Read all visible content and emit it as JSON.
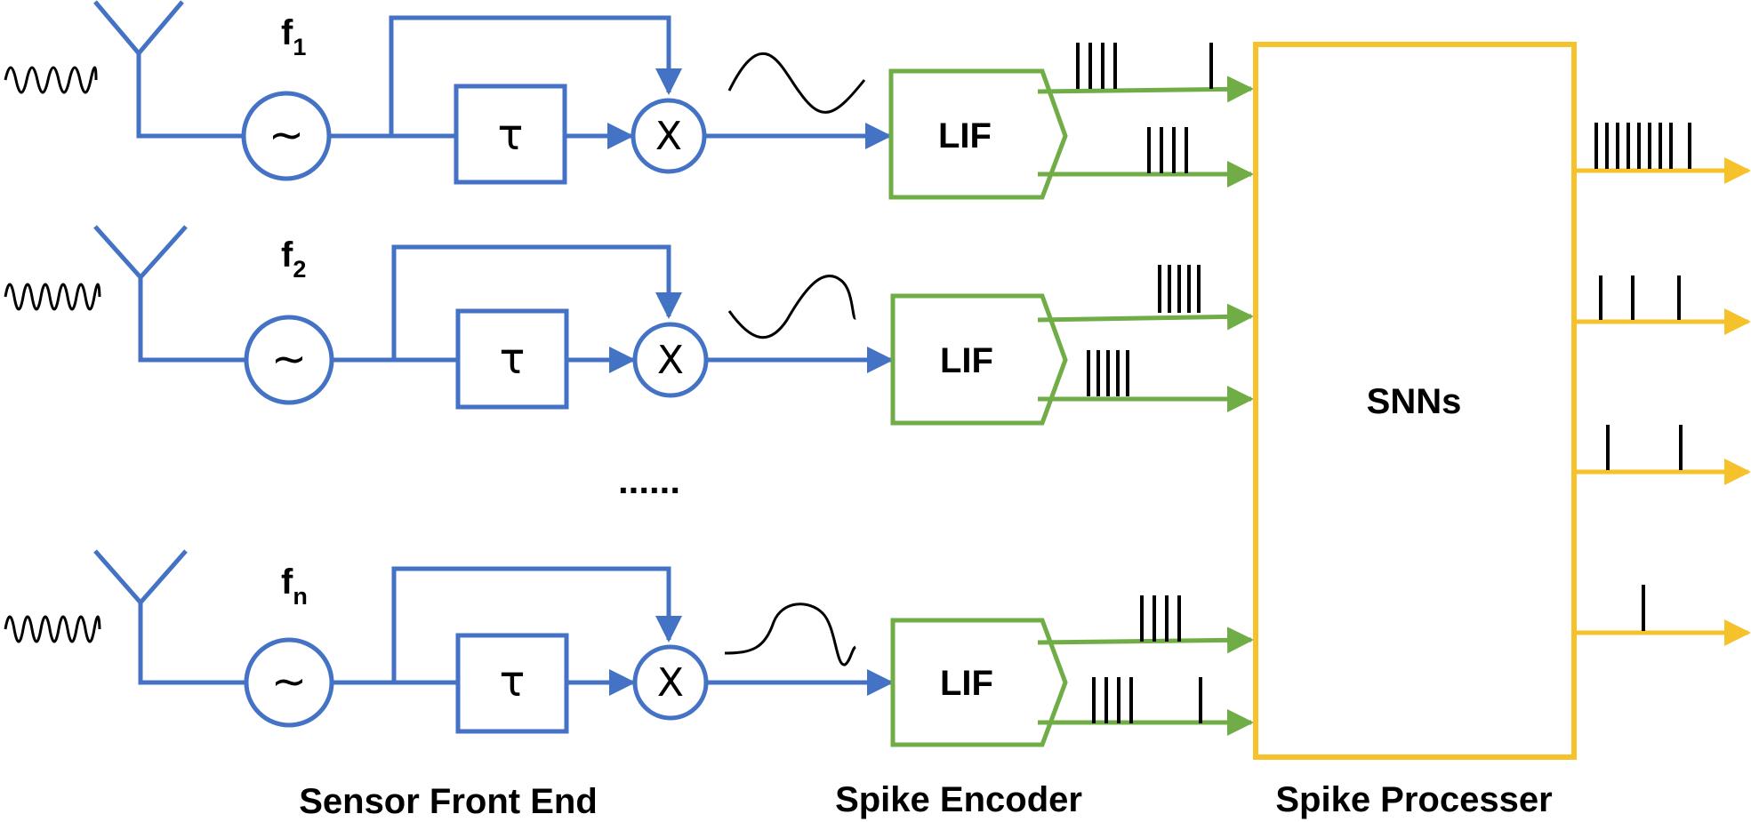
{
  "colors": {
    "front_end": "#4472C4",
    "encoder": "#70AD47",
    "processor": "#F5C22B",
    "spikes": "#000000"
  },
  "channels": [
    {
      "freq_main": "f",
      "freq_sub": "1",
      "oscillator_symbol": "~",
      "delay_symbol": "τ",
      "mixer_symbol": "X",
      "encoder_label": "LIF"
    },
    {
      "freq_main": "f",
      "freq_sub": "2",
      "oscillator_symbol": "~",
      "delay_symbol": "τ",
      "mixer_symbol": "X",
      "encoder_label": "LIF"
    },
    {
      "freq_main": "f",
      "freq_sub": "n",
      "oscillator_symbol": "~",
      "delay_symbol": "τ",
      "mixer_symbol": "X",
      "encoder_label": "LIF"
    }
  ],
  "ellipsis": "......",
  "processor_label": "SNNs",
  "captions": {
    "front_end": "Sensor Front End",
    "encoder": "Spike Encoder",
    "processor": "Spike Processer"
  },
  "icons": [
    "antenna-icon",
    "input-wave-icon",
    "baseband-wave-icon",
    "spike-train-icon"
  ]
}
